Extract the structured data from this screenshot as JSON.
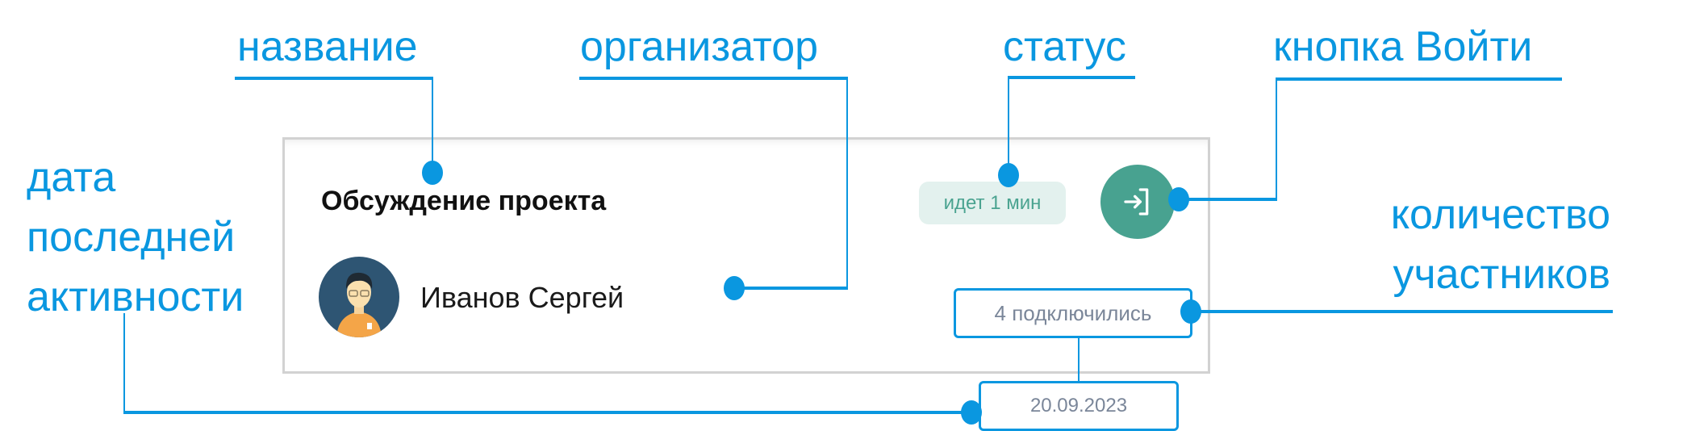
{
  "annotations": {
    "title_label": "название",
    "organizer_label": "организатор",
    "status_label": "статус",
    "enter_button_label": "кнопка Войти",
    "last_activity_label": [
      "дата",
      "последней",
      "активности"
    ],
    "participants_label": [
      "количество",
      "участников"
    ]
  },
  "card": {
    "title": "Обсуждение проекта",
    "organizer": "Иванов Сергей",
    "status": "идет 1 мин",
    "participants": "4 подключились",
    "last_activity_date": "20.09.2023",
    "enter_icon": "sign-in-icon"
  },
  "colors": {
    "annotation": "#0a97e0",
    "accent": "#48a290",
    "status_bg": "#e3f1ee"
  }
}
